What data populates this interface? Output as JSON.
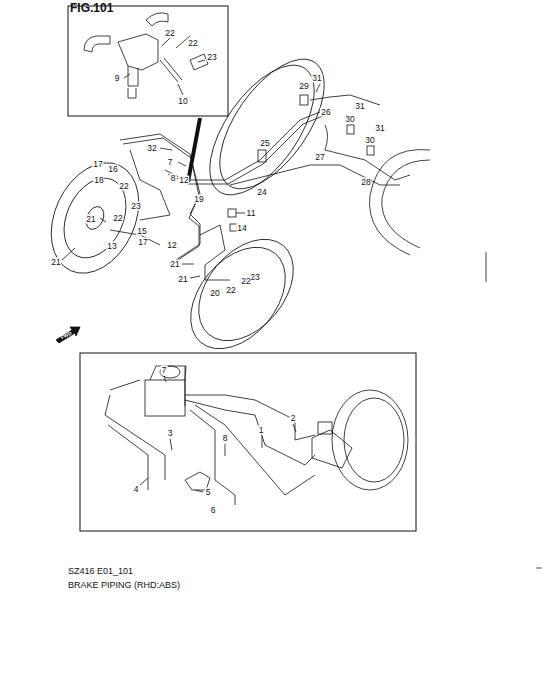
{
  "diagram": {
    "title": "FIG.101",
    "caption": "BRAKE PIPING (RHD:ABS)",
    "labels": [
      "22",
      "22",
      "23",
      "9",
      "10",
      "32",
      "7",
      "17",
      "16",
      "12",
      "8",
      "18",
      "22",
      "19",
      "23",
      "22",
      "21",
      "11",
      "15",
      "13",
      "17",
      "14",
      "12",
      "21",
      "21",
      "21",
      "23",
      "22",
      "20",
      "22",
      "25",
      "24",
      "29",
      "31",
      "26",
      "27",
      "28",
      "31",
      "30",
      "31",
      "30",
      "1",
      "2",
      "3",
      "4",
      "5",
      "6",
      "7",
      "8",
      "FWD",
      "SZ416 E01_101"
    ]
  }
}
